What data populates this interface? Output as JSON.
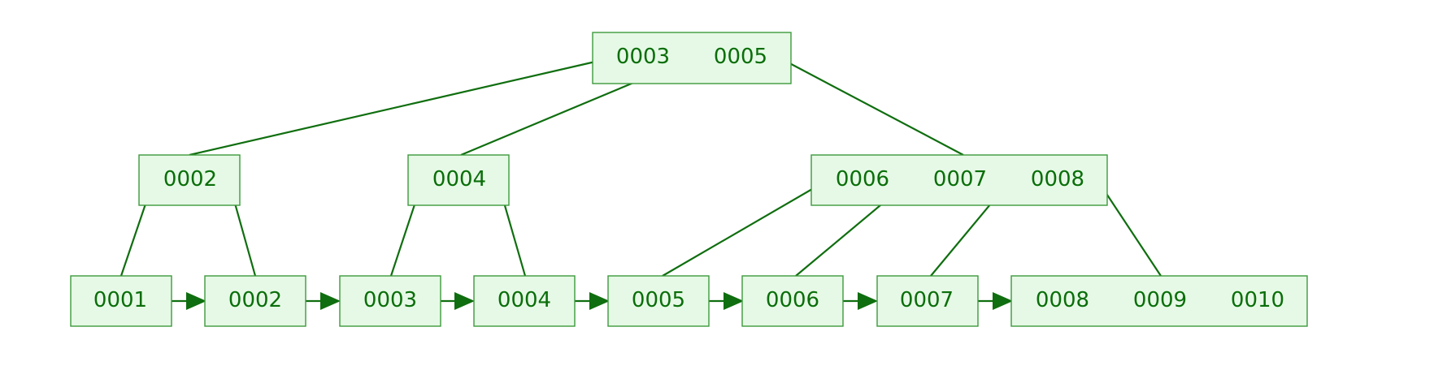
{
  "tree": {
    "root": {
      "keys": [
        "0003",
        "0005"
      ]
    },
    "internal": [
      {
        "keys": [
          "0002"
        ]
      },
      {
        "keys": [
          "0004"
        ]
      },
      {
        "keys": [
          "0006",
          "0007",
          "0008"
        ]
      }
    ],
    "leaves": [
      {
        "keys": [
          "0001"
        ]
      },
      {
        "keys": [
          "0002"
        ]
      },
      {
        "keys": [
          "0003"
        ]
      },
      {
        "keys": [
          "0004"
        ]
      },
      {
        "keys": [
          "0005"
        ]
      },
      {
        "keys": [
          "0006"
        ]
      },
      {
        "keys": [
          "0007"
        ]
      },
      {
        "keys": [
          "0008",
          "0009",
          "0010"
        ]
      }
    ]
  },
  "colors": {
    "node_fill": "#e6f9e6",
    "node_border": "#3c9a3c",
    "line": "#0f6e0f",
    "text": "#0a6e0a"
  }
}
